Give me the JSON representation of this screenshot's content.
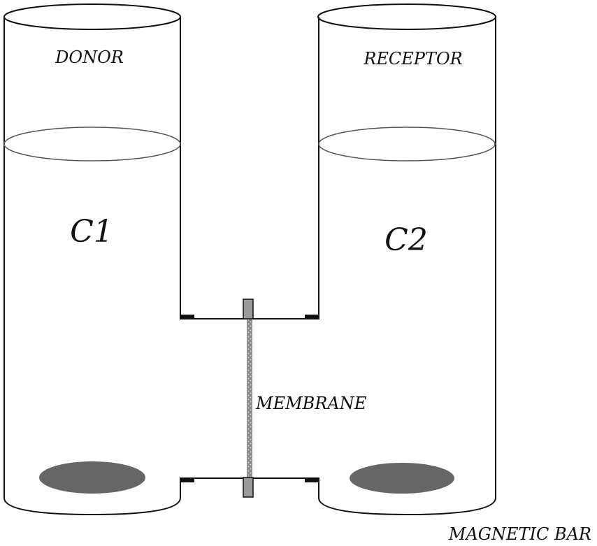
{
  "labels": {
    "donor": "DONOR",
    "receptor": "RECEPTOR",
    "c1": "C1",
    "c2": "C2",
    "membrane": "MEMBRANE",
    "magnetic_bar": "MAGNETIC BAR"
  },
  "colors": {
    "outline": "#111111",
    "liquid_surface": "#555555",
    "magnetic_bar": "#666666",
    "membrane": "#777777"
  }
}
